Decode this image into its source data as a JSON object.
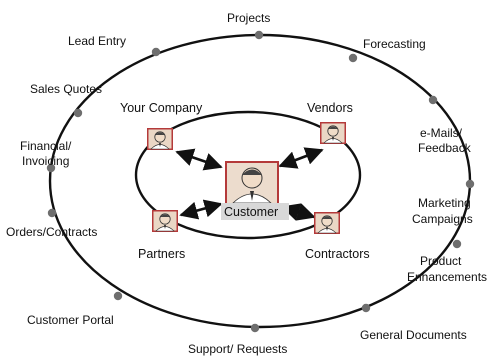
{
  "outer_ring": {
    "projects": "Projects",
    "lead_entry": "Lead Entry",
    "forecasting": "Forecasting",
    "sales_quotes": "Sales Quotes",
    "emails_line1": "e-Mails/",
    "emails_line2": "Feedback",
    "financial_line1": "Financial/",
    "financial_line2": "Invoicing",
    "marketing_line1": "Marketing",
    "marketing_line2": "Campaigns",
    "orders_contracts": "Orders/Contracts",
    "product_line1": "Product",
    "product_line2": "Enhancements",
    "customer_portal": "Customer Portal",
    "general_documents": "General Documents",
    "support_requests": "Support/ Requests"
  },
  "inner_ring": {
    "your_company": "Your Company",
    "vendors": "Vendors",
    "partners": "Partners",
    "contractors": "Contractors"
  },
  "center": {
    "customer": "Customer"
  },
  "colors": {
    "line": "#111111",
    "dot": "#6e6e6e",
    "label_box": "#d8d8d8",
    "portrait_bg": "#b43a3a"
  },
  "icons": {
    "person": "person-portrait-icon",
    "node": "node-dot-icon"
  }
}
